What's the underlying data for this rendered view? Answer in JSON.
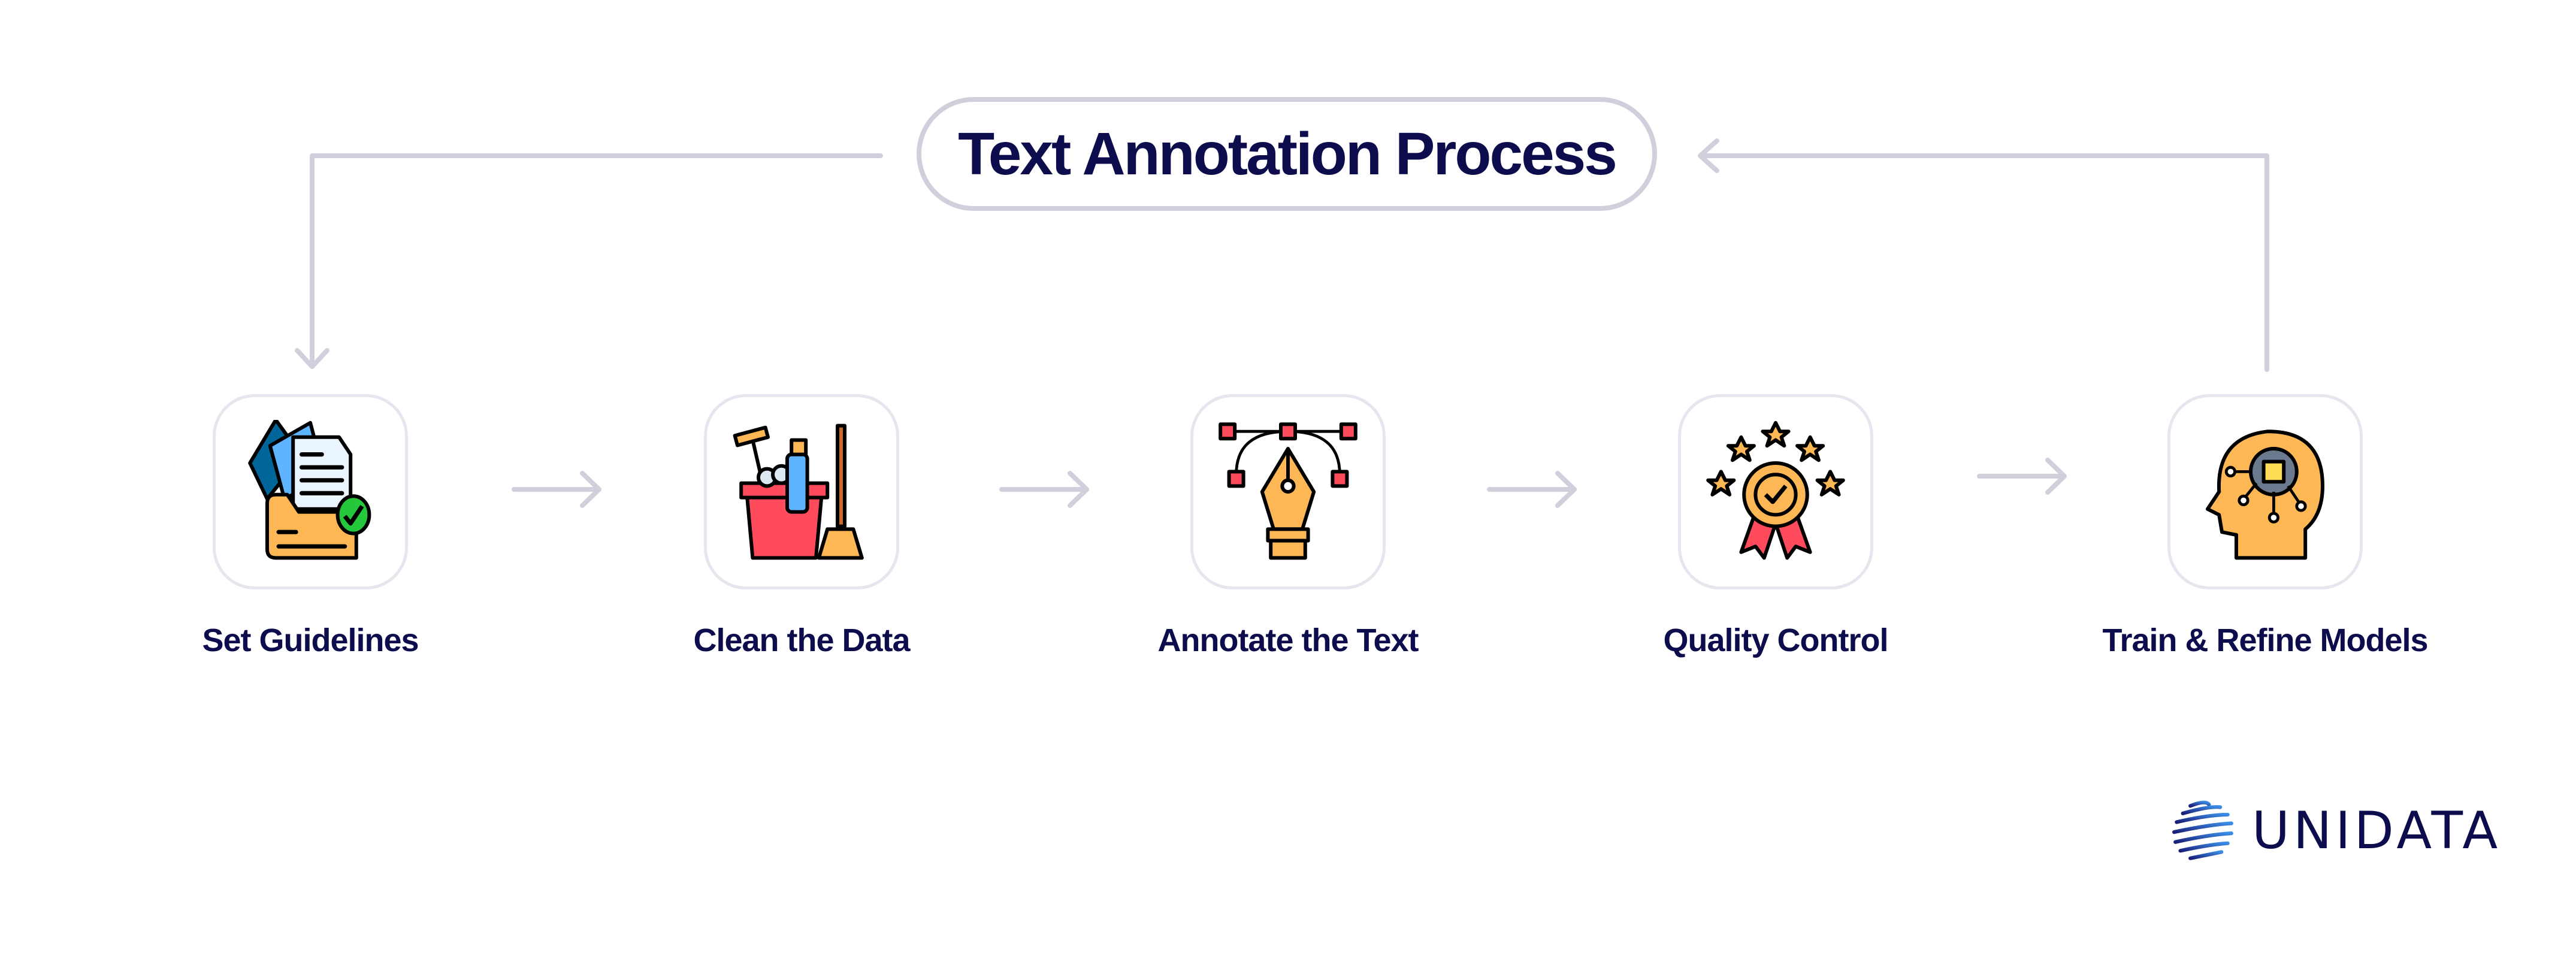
{
  "title": "Text Annotation Process",
  "steps": [
    {
      "label": "Set Guidelines",
      "icon": "folder-guidelines-icon"
    },
    {
      "label": "Clean the Data",
      "icon": "cleaning-bucket-icon"
    },
    {
      "label": "Annotate the Text",
      "icon": "pen-tool-icon"
    },
    {
      "label": "Quality Control",
      "icon": "quality-badge-icon"
    },
    {
      "label": "Train & Refine Models",
      "icon": "ai-head-icon"
    }
  ],
  "brand": {
    "name": "UNIDATA"
  },
  "colors": {
    "text": "#0d0c4d",
    "connector": "#cfd0dc",
    "box_border": "#e6e6ee"
  }
}
